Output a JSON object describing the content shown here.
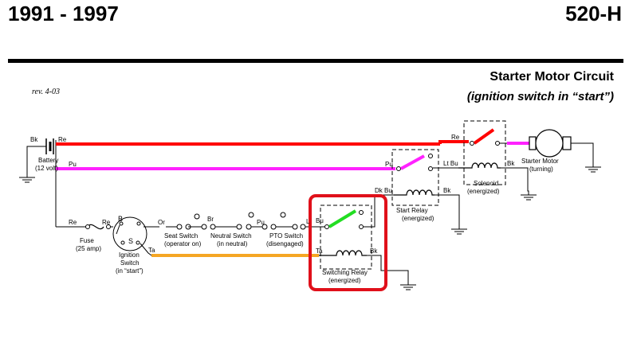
{
  "header": {
    "years": "1991 - 1997",
    "model": "520-H",
    "title": "Starter Motor Circuit",
    "subtitle": "(ignition switch in “start”)",
    "revision": "rev. 4-03"
  },
  "colors": {
    "red": "#ff0000",
    "magenta": "#ff22ff",
    "orange": "#f5a623",
    "green": "#22dd22",
    "highlight": "#e0101a"
  },
  "labels": {
    "battery_terminal": "Bk",
    "battery_red": "Re",
    "battery_name": "Battery",
    "battery_volt": "(12 volt)",
    "pu_left": "Pu",
    "fuse_re_left": "Re",
    "fuse_re_right": "Re",
    "fuse_name": "Fuse",
    "fuse_rating": "(25 amp)",
    "ign_b": "B",
    "ign_s": "S",
    "ign_ta": "Ta",
    "ign_name": "Ignition",
    "ign_name2": "Switch",
    "ign_state": "(in “start”)",
    "or": "Or",
    "br": "Br",
    "pu_mid": "Pu",
    "l": "L",
    "seat_name": "Seat Switch",
    "seat_state": "(operator on)",
    "neutral_name": "Neutral Switch",
    "neutral_state": "(in neutral)",
    "pto_name": "PTO Switch",
    "pto_state": "(disengaged)",
    "sr_bu": "Bu",
    "sr_ta": "Ta",
    "sr_bk": "Bk",
    "sr_name": "Switching Relay",
    "sr_state": "(energized)",
    "start_pu": "Pu",
    "start_dkbu": "Dk Bu",
    "start_bk": "Bk",
    "start_name": "Start Relay",
    "start_state": "(energized)",
    "sol_re": "Re",
    "sol_ltbu": "Lt Bu",
    "sol_bk": "Bk",
    "sol_name": "Solenoid",
    "sol_state": "(energized)",
    "motor_name": "Starter Motor",
    "motor_state": "(turning)"
  }
}
